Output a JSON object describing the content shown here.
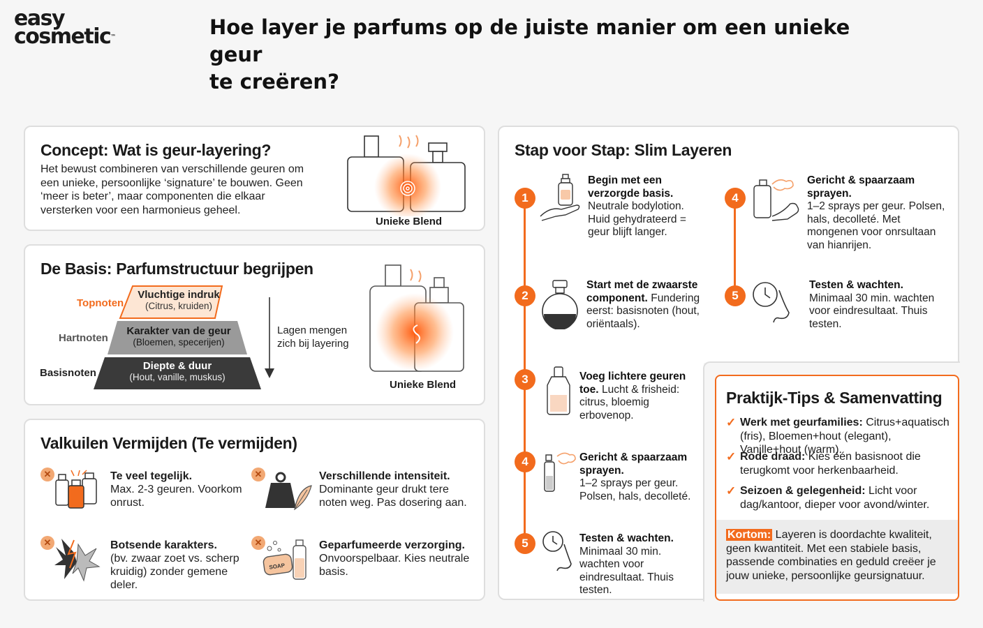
{
  "logo": {
    "line1": "easy",
    "line2": "cosmetic",
    "tm": "™"
  },
  "title": {
    "line1": "Hoe layer je parfums op de juiste manier om een unieke geur",
    "line2": "te creëren?"
  },
  "concept": {
    "heading": "Concept: Wat is geur-layering?",
    "text": "Het bewust combineren van verschillende geuren om een unieke, persoonlijke ‘signature’ te bouwen. Geen ‘meer is beter’, maar componenten die elkaar versterken voor een harmonieus geheel.",
    "image_label": "Unieke Blend"
  },
  "basis": {
    "heading": "De Basis: Parfumstructuur begrijpen",
    "levels": [
      {
        "side": "Topnoten",
        "title": "Vluchtige indruk",
        "sub": "(Citrus, kruiden)"
      },
      {
        "side": "Hartnoten",
        "title": "Karakter van de geur",
        "sub": "(Bloemen, specerijen)"
      },
      {
        "side": "Basisnoten",
        "title": "Diepte & duur",
        "sub": "(Hout, vanille, muskus)"
      }
    ],
    "arrow_label": "Lagen mengen zich bij layering",
    "image_label": "Unieke Blend"
  },
  "valkuilen": {
    "heading": "Valkuilen Vermijden (Te vermijden)",
    "items": [
      {
        "title": "Te veel tegelijk.",
        "text": "Max. 2-3 geuren. Voorkom onrust.",
        "icon": "bottles-icon"
      },
      {
        "title": "Verschillende intensiteit.",
        "text": "Dominante geur drukt tere noten weg. Pas dosering aan.",
        "icon": "weight-feather-icon"
      },
      {
        "title": "Botsende karakters.",
        "text": "(bv. zwaar zoet vs. scherp kruidig) zonder gemene deler.",
        "icon": "clash-icon"
      },
      {
        "title": "Geparfumeerde verzorging.",
        "text": "Onvoorspelbaar. Kies neutrale basis.",
        "icon": "soap-icon"
      }
    ],
    "soap_text": "SOAP"
  },
  "steps": {
    "heading": "Stap voor Stap: Slim Layeren",
    "left": [
      {
        "num": "1",
        "title": "Begin met een verzorgde basis.",
        "text": "Neutrale bodylotion. Huid gehydrateerd = geur blijft langer."
      },
      {
        "num": "2",
        "title": "Start met de zwaarste component.",
        "text": "Fundering eerst: basisnoten (hout, oriëntaals)."
      },
      {
        "num": "3",
        "title": "Voeg lichtere geuren toe.",
        "text": "Lucht & frisheid: citrus, bloemig erbovenop."
      },
      {
        "num": "4",
        "title": "Gericht & spaarzaam sprayen.",
        "text": "1–2 sprays per geur. Polsen, hals, decolleté."
      },
      {
        "num": "5",
        "title": "Testen & wachten.",
        "text": "Minimaal 30 min. wachten voor eindresultaat. Thuis testen."
      }
    ],
    "right": [
      {
        "num": "4",
        "title": "Gericht & spaarzaam sprayen.",
        "text": "1–2 sprays per geur. Polsen, hals, decolleté. Met mongenen voor onrsultaan van hianrijen."
      },
      {
        "num": "5",
        "title": "Testen & wachten.",
        "text": "Minimaal 30 min. wachten voor eindresultaat. Thuis testen."
      }
    ]
  },
  "tips": {
    "heading": "Praktijk-Tips & Samenvatting",
    "items": [
      {
        "bold": "Werk met geurfamilies:",
        "text": " Citrus+aquatisch (fris), Bloemen+hout (elegant), Vanille+hout (warm)."
      },
      {
        "bold": "Rode draad:",
        "text": " Kies één basisnoot die terugkomt voor herkenbaarheid."
      },
      {
        "bold": "Seizoen & gelegenheid:",
        "text": " Licht voor dag/kantoor, dieper voor avond/winter."
      }
    ],
    "kortom_label": "Kortom:",
    "kortom_text": " Layeren is doordachte kwaliteit, geen kwantiteit. Met een stabiele basis, passende combinaties en geduld creëer je jouw unieke, persoonlijke geursignatuur."
  },
  "colors": {
    "accent": "#f26b1d",
    "dark": "#3a3a3a",
    "border": "#dedede"
  }
}
